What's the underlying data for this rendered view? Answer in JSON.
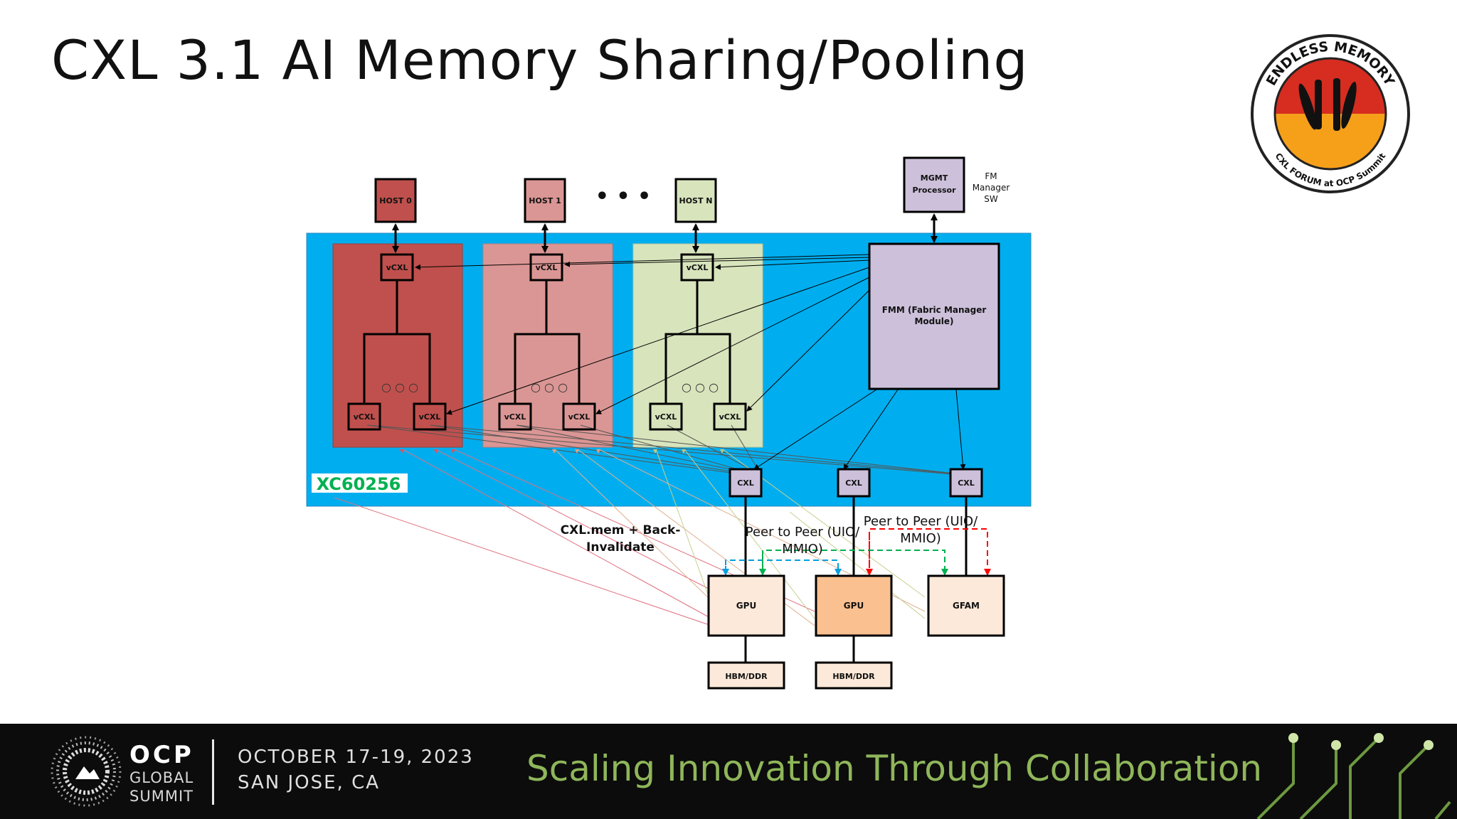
{
  "slide": {
    "title": "CXL 3.1 AI Memory Sharing/Pooling"
  },
  "logo": {
    "text_top": "ENDLESS MEMORY",
    "text_bottom": "CXL FORUM at OCP Summit"
  },
  "diagram": {
    "hosts": [
      "HOST 0",
      "HOST 1",
      "HOST N"
    ],
    "ellipsis": "• • •",
    "mgmt": {
      "line1": "MGMT",
      "line2": "Processor"
    },
    "fm_sw": {
      "line1": "FM",
      "line2": "Manager",
      "line3": "SW"
    },
    "fmm": {
      "line1": "FMM (Fabric Manager",
      "line2": "Module)"
    },
    "vcxl": "vCXL",
    "small_dots": "○ ○ ○",
    "cxl": "CXL",
    "chip": "XC60256",
    "gpu": "GPU",
    "gfam": "GFAM",
    "hbm": "HBM/DDR",
    "cxl_mem": {
      "line1": "CXL.mem + Back-",
      "line2": "Invalidate"
    },
    "p2p_a": {
      "line1": "Peer to Peer (UIO/",
      "line2": "MMIO)"
    },
    "p2p_b": {
      "line1": "Peer to Peer (UIO/",
      "line2": "MMIO)"
    },
    "colors": {
      "switch_bg": "#00aeef",
      "host0": "#c0504d",
      "host1": "#da9694",
      "hostN": "#d8e4bc",
      "mgmt": "#ccc0da",
      "gpu_light": "#fde9d9",
      "gpu_orange": "#fac090",
      "chip_text": "#00b050"
    }
  },
  "footer": {
    "brand": "OCP",
    "brand_line2": "GLOBAL",
    "brand_line3": "SUMMIT",
    "date": "OCTOBER 17-19, 2023",
    "location": "SAN JOSE, CA",
    "tagline": "Scaling Innovation Through Collaboration"
  }
}
